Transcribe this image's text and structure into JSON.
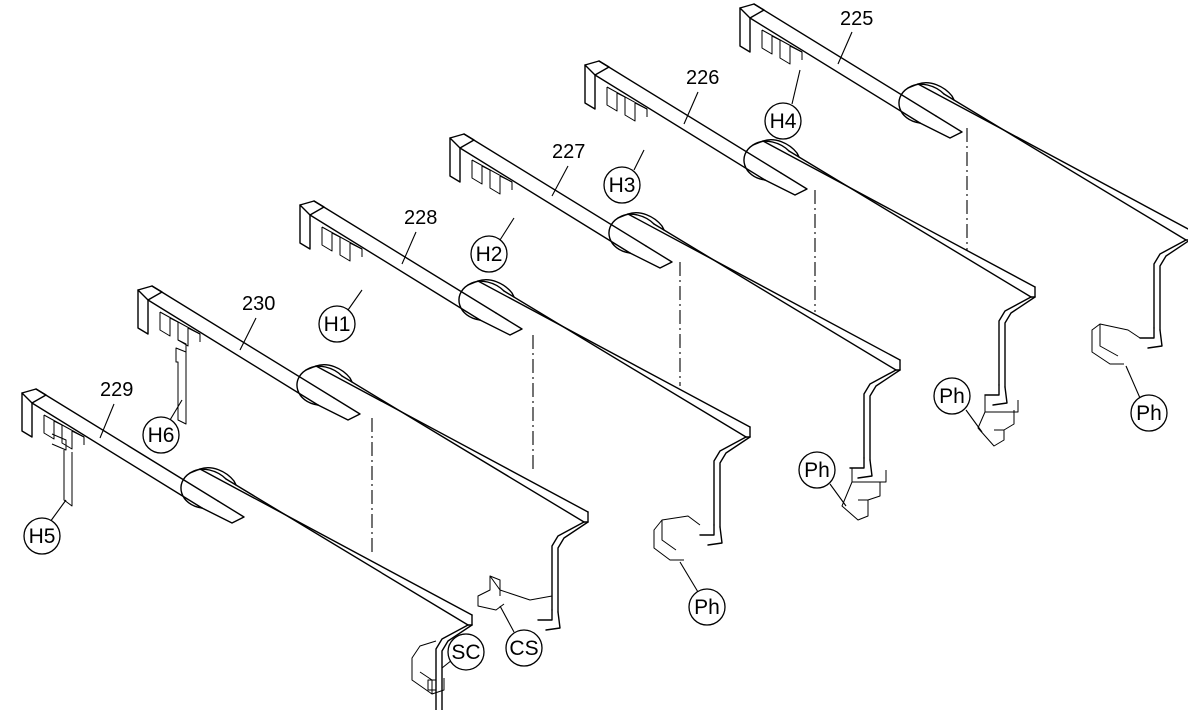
{
  "figure": {
    "part_numbers": [
      "225",
      "226",
      "227",
      "228",
      "230",
      "229"
    ],
    "callouts": {
      "h1": "H1",
      "h2": "H2",
      "h3": "H3",
      "h4": "H4",
      "h5": "H5",
      "h6": "H6",
      "ph_225": "Ph",
      "ph_226": "Ph",
      "ph_227": "Ph",
      "ph_228": "Ph",
      "cs": "CS",
      "sc": "SC"
    }
  },
  "colors": {
    "line": "#000000",
    "background": "#ffffff"
  }
}
